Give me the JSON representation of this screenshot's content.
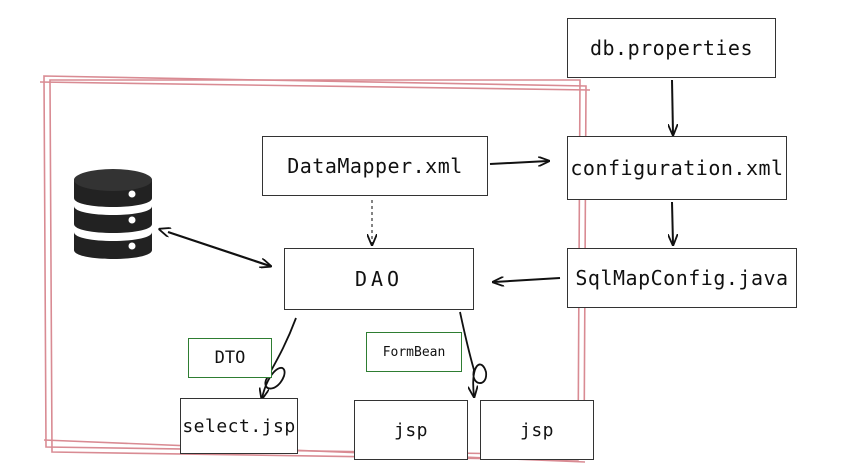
{
  "colors": {
    "boundary": "#d98b93",
    "box_border": "#333333",
    "bean_border": "#2e7d32",
    "arrow": "#111111"
  },
  "icons": {
    "database": "database-icon"
  },
  "nodes": {
    "db_properties": "db.properties",
    "configuration_xml": "configuration.xml",
    "sqlmapconfig_java": "SqlMapConfig.java",
    "datamapper_xml": "DataMapper.xml",
    "dao": "DAO",
    "select_jsp": "select.jsp",
    "jsp_1": "jsp",
    "jsp_2": "jsp"
  },
  "beans": {
    "dto": "DTO",
    "formbean": "FormBean"
  }
}
